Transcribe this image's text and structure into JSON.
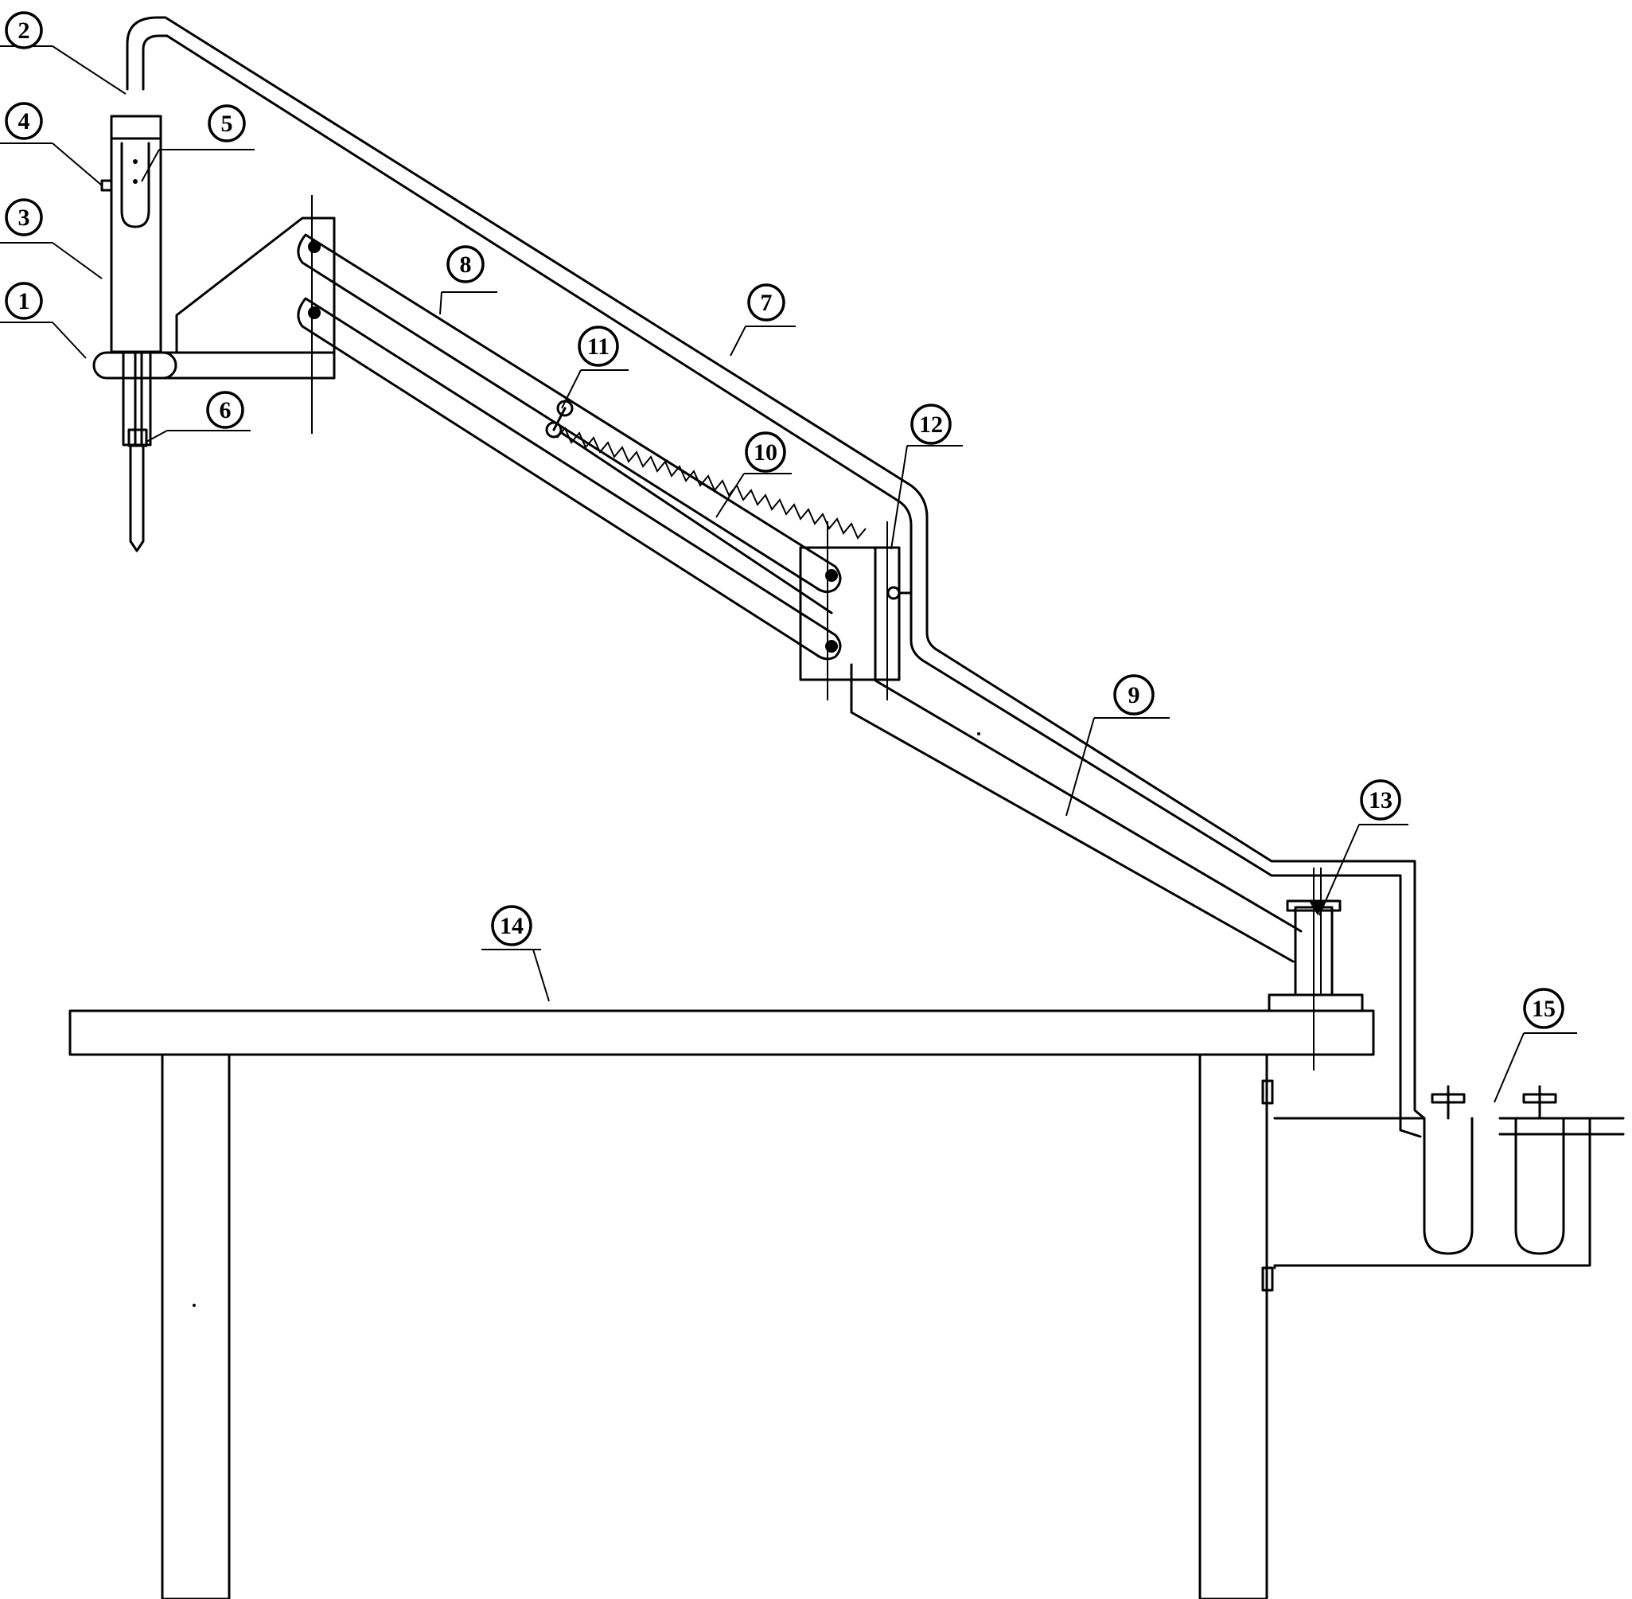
{
  "callouts": [
    {
      "label": "1"
    },
    {
      "label": "2"
    },
    {
      "label": "3"
    },
    {
      "label": "4"
    },
    {
      "label": "5"
    },
    {
      "label": "6"
    },
    {
      "label": "7"
    },
    {
      "label": "8"
    },
    {
      "label": "9"
    },
    {
      "label": "10"
    },
    {
      "label": "11"
    },
    {
      "label": "12"
    },
    {
      "label": "13"
    },
    {
      "label": "14"
    },
    {
      "label": "15"
    }
  ]
}
